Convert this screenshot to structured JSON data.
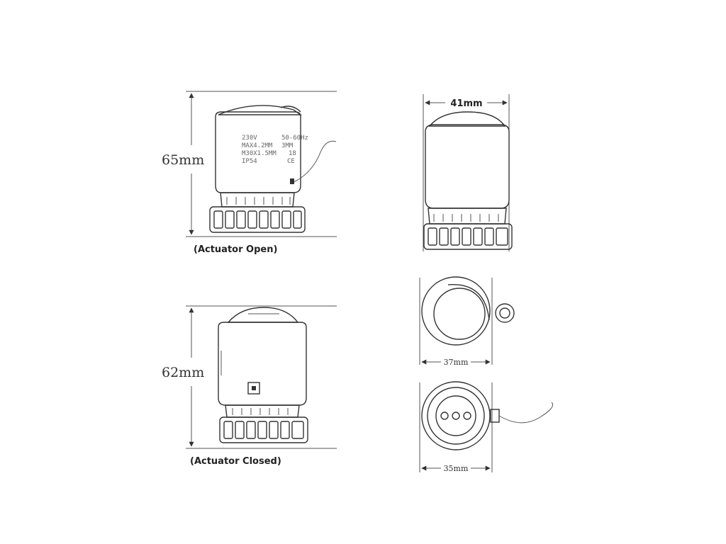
{
  "open_view": {
    "height_label": "65mm",
    "caption": "(Actuator Open)",
    "label_lines": [
      {
        "left": "230V",
        "right": "50-60Hz"
      },
      {
        "left": "MAX4.2MM",
        "right": "3MM"
      },
      {
        "left": "M30X1.5MM",
        "right": "18"
      },
      {
        "left": "IP54",
        "right": "CE"
      }
    ]
  },
  "closed_view": {
    "height_label": "62mm",
    "caption": "(Actuator Closed)"
  },
  "front_view": {
    "width_label": "41mm"
  },
  "top_view": {
    "width_label": "37mm"
  },
  "bottom_view": {
    "width_label": "35mm"
  }
}
